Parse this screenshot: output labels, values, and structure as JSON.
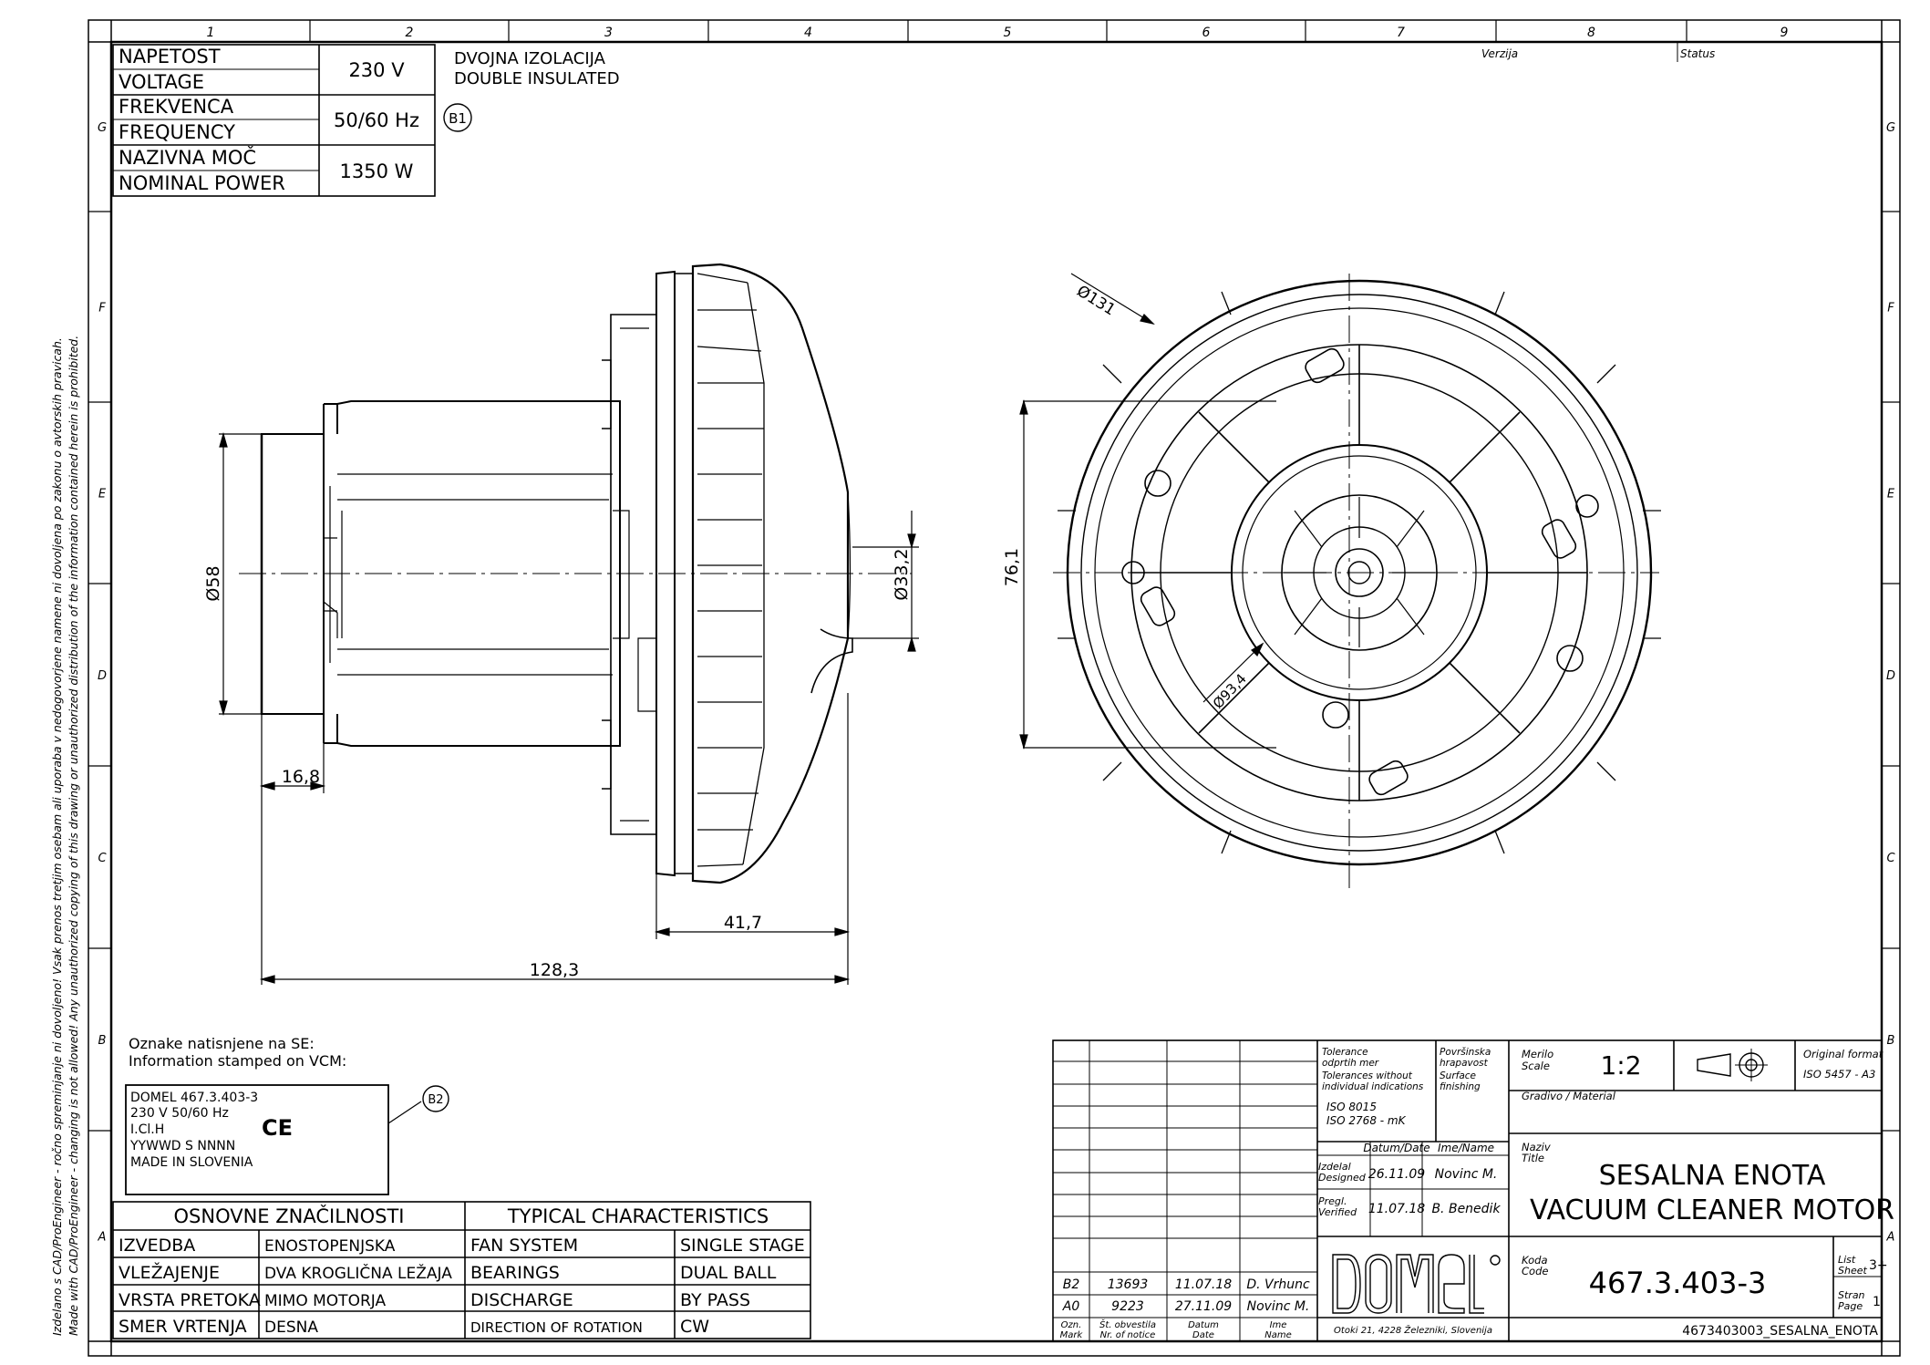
{
  "border": {
    "column_numbers": [
      "1",
      "2",
      "3",
      "4",
      "5",
      "6",
      "7",
      "8",
      "9"
    ],
    "row_letters": [
      "G",
      "F",
      "E",
      "D",
      "C",
      "B",
      "A"
    ],
    "side_note_1": "Izdelano s CAD/ProEngineer - ročno spreminjanje ni dovoljeno! Vsak prenos tretjim osebam ali uporaba v nedogovorjene namene ni dovoljena po zakonu o avtorskih pravicah.",
    "side_note_2": "Made with CAD/ProEngineer - changing is not allowed!  Any unauthorized copying of this drawing or unauthorized distribution of the information contained herein is prohibited."
  },
  "top_right": {
    "version_label": "Verzija",
    "status_label": "Status"
  },
  "ratings": {
    "rows": [
      {
        "label_sl": "NAPETOST",
        "label_en": "VOLTAGE",
        "value": "230 V"
      },
      {
        "label_sl": "FREKVENCA",
        "label_en": "FREQUENCY",
        "value": "50/60 Hz"
      },
      {
        "label_sl": "NAZIVNA MOČ",
        "label_en": "NOMINAL POWER",
        "value": "1350 W"
      }
    ],
    "insulation_sl": "DVOJNA IZOLACIJA",
    "insulation_en": "DOUBLE INSULATED",
    "bubble_b1": "B1"
  },
  "dimensions": {
    "d58": "Ø58",
    "d33_2": "Ø33,2",
    "l16_8": "16,8",
    "l41_7": "41,7",
    "l128_3": "128,3",
    "d131": "Ø131",
    "l76_1": "76,1",
    "d93_4": "Ø93,4"
  },
  "stamp": {
    "heading_sl": "Oznake natisnjene na SE:",
    "heading_en": "Information stamped on VCM:",
    "lines": [
      "DOMEL 467.3.403-3",
      "230 V     50/60 Hz",
      "I.Cl.H",
      "YYWWD S NNNN",
      "MADE IN SLOVENIA"
    ],
    "ce_mark": "CE",
    "bubble_b2": "B2"
  },
  "characteristics": {
    "header_sl": "OSNOVNE ZNAČILNOSTI",
    "header_en": "TYPICAL CHARACTERISTICS",
    "rows": [
      {
        "sl_label": "IZVEDBA",
        "sl_value": "ENOSTOPENJSKA",
        "en_label": "FAN SYSTEM",
        "en_value": "SINGLE STAGE"
      },
      {
        "sl_label": "VLEŽAJENJE",
        "sl_value": "DVA KROGLIČNA LEŽAJA",
        "en_label": "BEARINGS",
        "en_value": "DUAL BALL"
      },
      {
        "sl_label": "VRSTA PRETOKA",
        "sl_value": "MIMO MOTORJA",
        "en_label": "DISCHARGE",
        "en_value": "BY PASS"
      },
      {
        "sl_label": "SMER VRTENJA",
        "sl_value": "DESNA",
        "en_label": "DIRECTION OF ROTATION",
        "en_value": "CW"
      }
    ]
  },
  "title_block": {
    "revisions": [
      {
        "mark": "B2",
        "notice": "13693",
        "date": "11.07.18",
        "name": "D. Vrhunc"
      },
      {
        "mark": "A0",
        "notice": "9223",
        "date": "27.11.09",
        "name": "Novinc M."
      }
    ],
    "rev_headers": {
      "mark": "Ozn.",
      "mark_en": "Mark",
      "notice": "Št. obvestila",
      "notice_en": "Nr. of notice",
      "date": "Datum",
      "date_en": "Date",
      "name": "Ime",
      "name_en": "Name"
    },
    "tolerance_label": [
      "Tolerance",
      "odprtih mer",
      "Tolerances without",
      "individual indications"
    ],
    "tolerance_std": [
      "ISO 8015",
      "ISO 2768 - mK"
    ],
    "surface_label": [
      "Površinska",
      "hrapavost",
      "Surface",
      "finishing"
    ],
    "date_header": "Datum/Date",
    "name_header": "Ime/Name",
    "designed_label": [
      "Izdelal",
      "Designed"
    ],
    "designed_date": "26.11.09",
    "designed_name": "Novinc M.",
    "verified_label": [
      "Pregl.",
      "Verified"
    ],
    "verified_date": "11.07.18",
    "verified_name": "B. Benedik",
    "company_logo_text": "DOMEL",
    "company_address": "Otoki 21, 4228 Železniki, Slovenija",
    "scale_label": [
      "Merilo",
      "Scale"
    ],
    "scale": "1:2",
    "original_format_label": "Original format",
    "original_format": "ISO 5457 - A3",
    "material_label": "Gradivo / Material",
    "title_label": [
      "Naziv",
      "Title"
    ],
    "title_sl": "SESALNA ENOTA",
    "title_en": "VACUUM CLEANER MOTOR",
    "code_label": [
      "Koda",
      "Code"
    ],
    "code": "467.3.403-3",
    "sheet_label": [
      "List",
      "Sheet"
    ],
    "sheet": "3+",
    "page_label": [
      "Stran",
      "Page"
    ],
    "page": "1",
    "file_name": "4673403003_SESALNA_ENOTA"
  }
}
